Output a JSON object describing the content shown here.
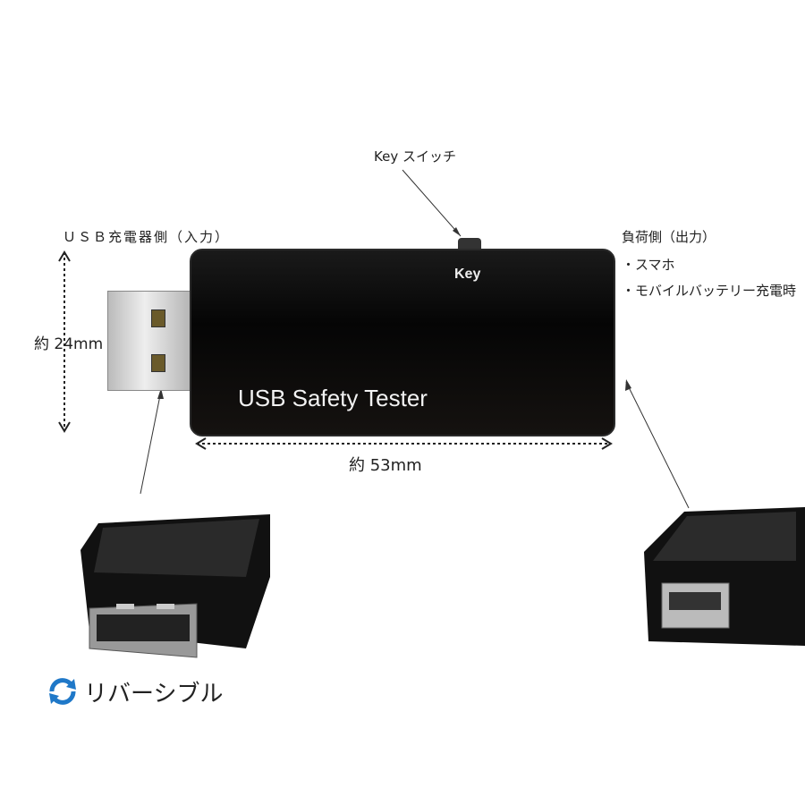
{
  "key_switch_label": "Key スイッチ",
  "input_side_label": "ＵＳＢ充電器側（入力）",
  "height_label": "約 24mm",
  "width_label": "約 53mm",
  "output_side_label": "負荷側（出力）",
  "output_items": [
    "・スマホ",
    "・モバイルバッテリー充電時"
  ],
  "device": {
    "title": "USB Safety Tester",
    "key_label": "Key"
  },
  "reversible_label": "リバーシブル",
  "colors": {
    "reversible_icon": "#1f78c8",
    "device_body": "#0a0a0a"
  }
}
